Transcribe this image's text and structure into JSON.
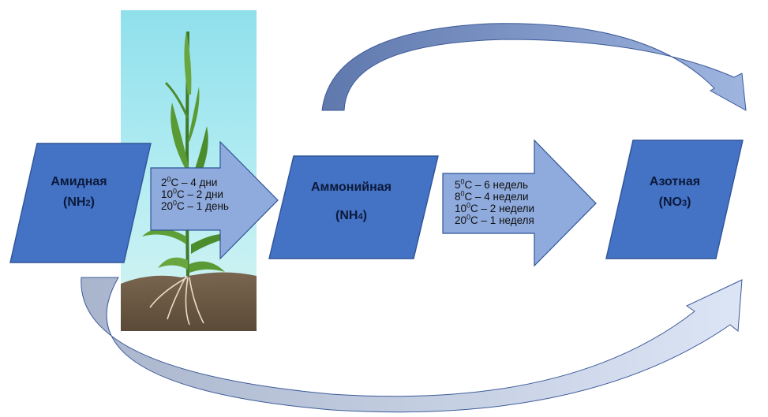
{
  "boxes": {
    "amide": {
      "title": "Амидная",
      "formula_prefix": "(NH",
      "formula_sub": "2",
      "formula_suffix": ")"
    },
    "ammonium": {
      "title": "Аммонийная",
      "formula_prefix": "(NH",
      "formula_sub": "4",
      "formula_suffix": ")"
    },
    "nitrate": {
      "title": "Азотная",
      "formula_prefix": "(NO",
      "formula_sub": "3",
      "formula_suffix": ")"
    }
  },
  "arrow1": {
    "rows": [
      {
        "temp": "2",
        "unit": "C – 4 дни"
      },
      {
        "temp": "10",
        "unit": "C – 2 дни"
      },
      {
        "temp": "20",
        "unit": "C – 1 день"
      }
    ]
  },
  "arrow2": {
    "rows": [
      {
        "temp": "5",
        "unit": "C – 6 недель"
      },
      {
        "temp": "8",
        "unit": "C – 4 недели"
      },
      {
        "temp": "10",
        "unit": "C – 2 недели"
      },
      {
        "temp": "20",
        "unit": "C – 1 неделя"
      }
    ]
  },
  "degree_mark": "0",
  "colors": {
    "box_fill": "#4472c4",
    "box_stroke": "#2f5597",
    "arrow_fill": "#8faadc",
    "curve_top": "#6f86b8",
    "curve_bottom": "#b4c0d8",
    "sky": "#8fdde8",
    "soil": "#6d5a43"
  }
}
